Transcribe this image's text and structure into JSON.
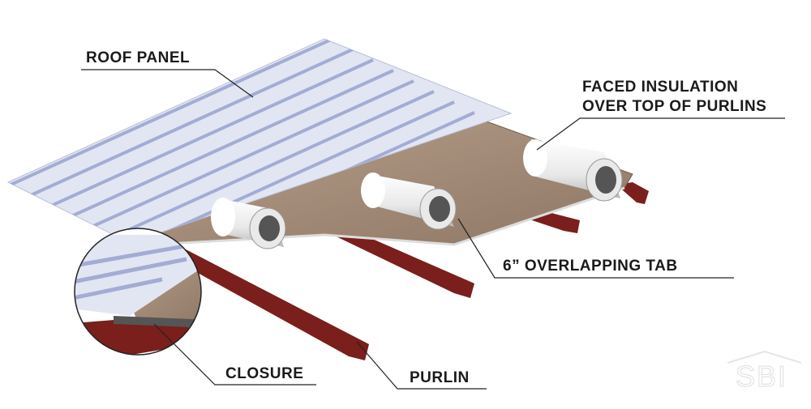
{
  "labels": {
    "roof_panel": "ROOF PANEL",
    "faced_insulation_line1": "FACED INSULATION",
    "faced_insulation_line2": "OVER TOP OF PURLINS",
    "overlapping_tab": "6” OVERLAPPING TAB",
    "closure": "CLOSURE",
    "purlin": "PURLIN"
  },
  "logo": {
    "text": "SBI"
  },
  "colors": {
    "panel": "#dfe3f0",
    "rib": "#a9b2d6",
    "insulation": "#a58c78",
    "purlin": "#7a1f1c",
    "roll": "#f2f2f2",
    "text": "#1a1a1a"
  }
}
